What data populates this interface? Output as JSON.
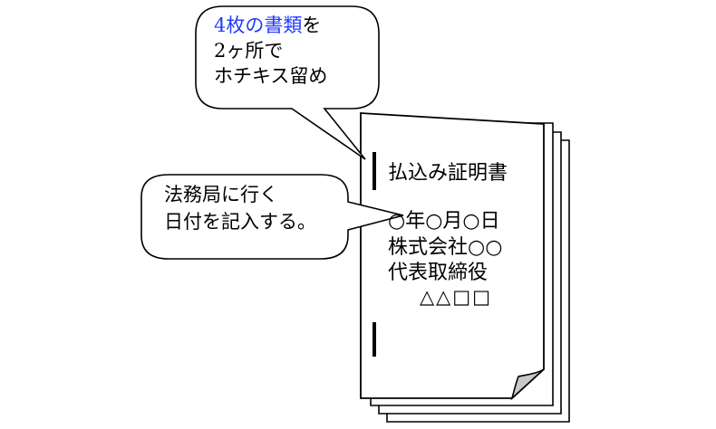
{
  "callout_top": {
    "line1_accent": "4枚の書類",
    "line1_rest": "を",
    "line2": "2ヶ所で",
    "line3": "ホチキス留め"
  },
  "callout_left": {
    "line1": "法務局に行く",
    "line2": "日付を記入する。"
  },
  "document": {
    "title": "払込み証明書",
    "date": "○年○月○日",
    "company": "株式会社○○",
    "role": "代表取締役",
    "name": "△△□□"
  },
  "colors": {
    "accent": "#1f3bff",
    "stroke": "#000000",
    "fold": "#c8c8c8"
  }
}
